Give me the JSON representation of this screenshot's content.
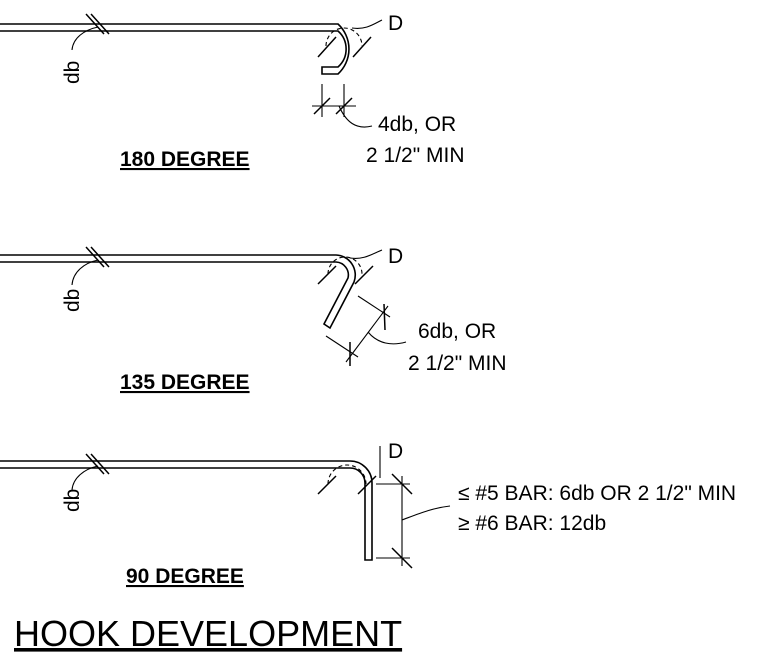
{
  "labels": {
    "bar_diameter": "db",
    "bend_diameter": "D"
  },
  "hook_180": {
    "caption": "180 DEGREE",
    "extension_line1": "4db, OR",
    "extension_line2": "2 1/2\" MIN"
  },
  "hook_135": {
    "caption": "135 DEGREE",
    "extension_line1": "6db, OR",
    "extension_line2": "2 1/2\" MIN"
  },
  "hook_90": {
    "caption": "90 DEGREE",
    "extension_line1": "≤ #5 BAR: 6db OR 2 1/2\" MIN",
    "extension_line2": "≥ #6 BAR: 12db"
  },
  "title": "HOOK DEVELOPMENT"
}
